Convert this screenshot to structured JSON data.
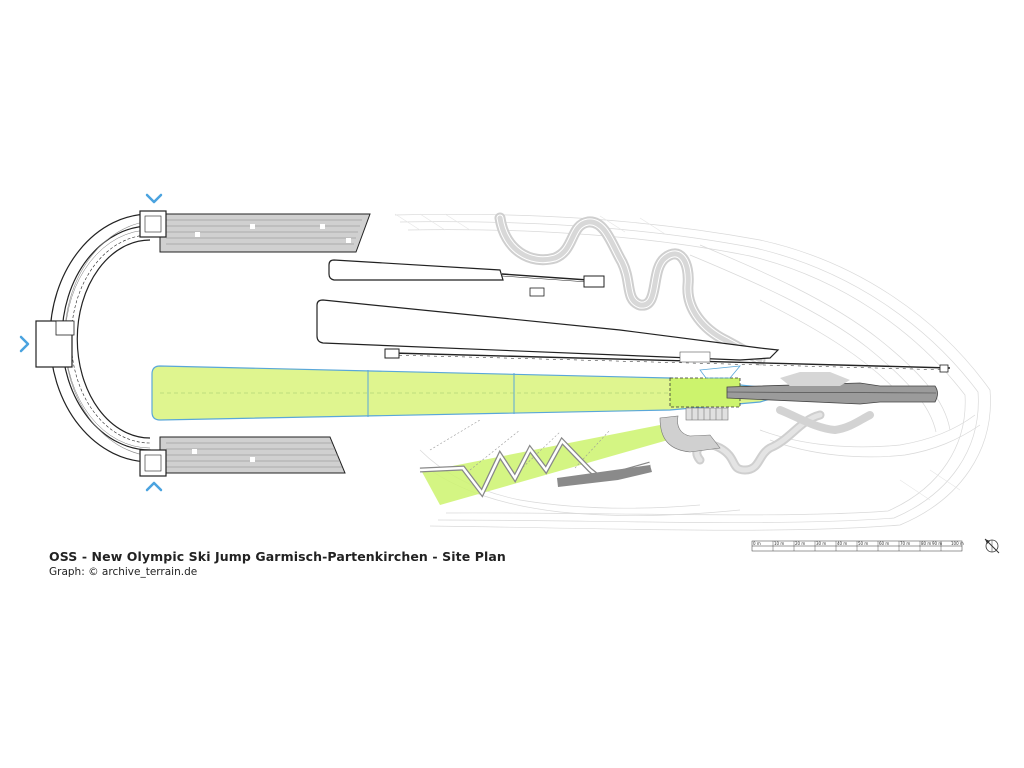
{
  "title": "OSS - New Olympic Ski Jump Garmisch-Partenkirchen - Site Plan",
  "credit": "Graph: © archive_terrain.de",
  "scale_bar": {
    "labels": [
      "0 m",
      "10 m",
      "20 m",
      "30 m",
      "40 m",
      "50 m",
      "60 m",
      "70 m",
      "80 m",
      "90 m",
      "100 m"
    ]
  },
  "icons": [
    "entrance-arrow-icon",
    "north-arrow-icon"
  ],
  "colors": {
    "landing_zone": "#dff58f",
    "landing_zone_outline": "#5aa7d9",
    "slope_fill": "#ccf36d",
    "arrow": "#4aa3df",
    "terrain": "#cfcfcf",
    "stand": "#d0d0d0",
    "jump_ramp": "#8f8f8f"
  }
}
